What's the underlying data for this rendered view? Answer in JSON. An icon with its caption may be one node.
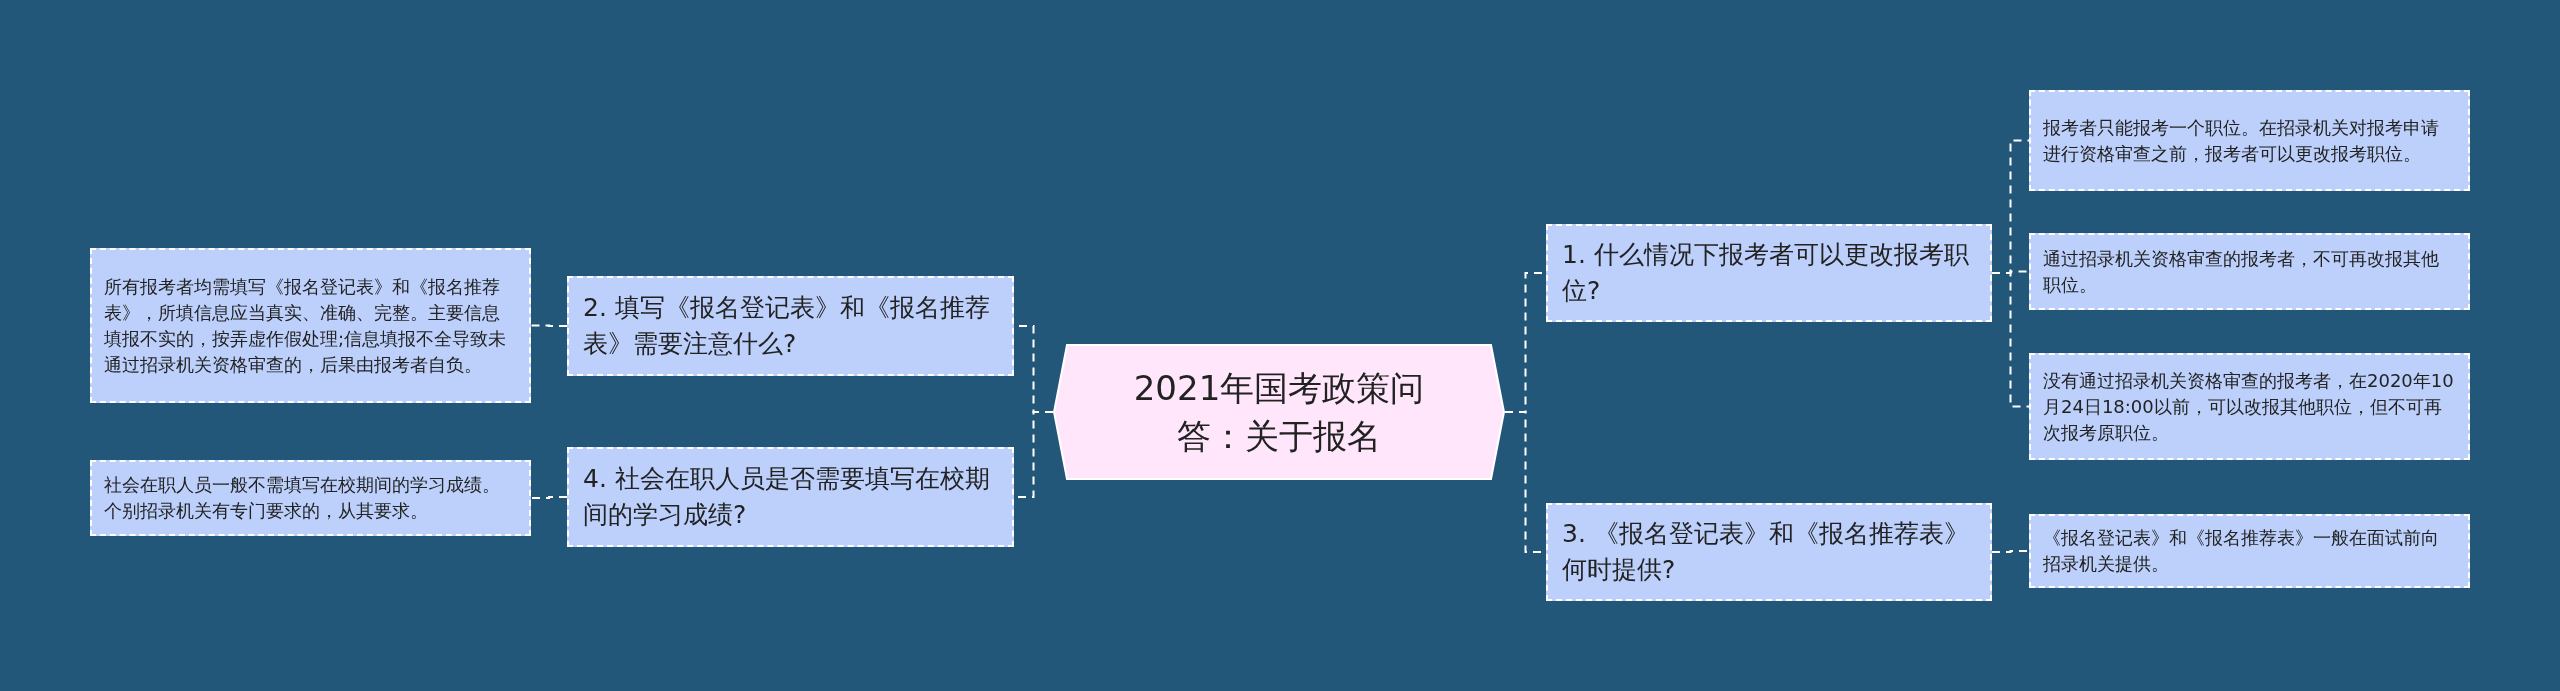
{
  "diagram": {
    "nodes": [
      {
        "text": [
          "2021年国考政策问答：关于报名"
        ]
      },
      {
        "text": [
          "1. 什么情况下报考者可以更改报考职位?"
        ]
      },
      {
        "text": [
          "报考者只能报考一个职位。在招录机关对报考申请进行资格审查之前，报考者可以更改报考职位。"
        ]
      },
      {
        "text": [
          "通过招录机关资格审查的报考者，不可再改报其他职位。"
        ]
      },
      {
        "text": [
          "没有通过招录机关资格审查的报考者，在2020年10月24日18:00以前，可以改报其他职位，但不可再次报考原职位。"
        ]
      },
      {
        "text": [
          "2. 填写《报名登记表》和《报名推荐表》需要注意什么?"
        ]
      },
      {
        "text": [
          "所有报考者均需填写《报名登记表》和《报名推荐表》，所填信息应当真实、准确、完整。主要信息填报不实的，按弄虚作假处理;信息填报不全导致未通过招录机关资格审查的，后果由报考者自负。"
        ]
      },
      {
        "text": [
          "3. 《报名登记表》和《报名推荐表》何时提供?"
        ]
      },
      {
        "text": [
          "《报名登记表》和《报名推荐表》一般在面试前向招录机关提供。"
        ]
      },
      {
        "text": [
          "4. 社会在职人员是否需要填写在校期间的学习成绩?"
        ]
      },
      {
        "text": [
          "社会在职人员一般不需填写在校期间的学习成绩。个别招录机关有专门要求的，从其要求。"
        ]
      }
    ],
    "edges": [
      {
        "from": 0,
        "to": 1,
        "arrow": "none"
      },
      {
        "from": 1,
        "to": 2,
        "arrow": "none"
      },
      {
        "from": 1,
        "to": 3,
        "arrow": "none"
      },
      {
        "from": 1,
        "to": 4,
        "arrow": "none"
      },
      {
        "from": 0,
        "to": 5,
        "arrow": "none"
      },
      {
        "from": 5,
        "to": 6,
        "arrow": "none"
      },
      {
        "from": 0,
        "to": 7,
        "arrow": "none"
      },
      {
        "from": 7,
        "to": 8,
        "arrow": "none"
      },
      {
        "from": 0,
        "to": 9,
        "arrow": "none"
      },
      {
        "from": 9,
        "to": 10,
        "arrow": "none"
      }
    ]
  }
}
